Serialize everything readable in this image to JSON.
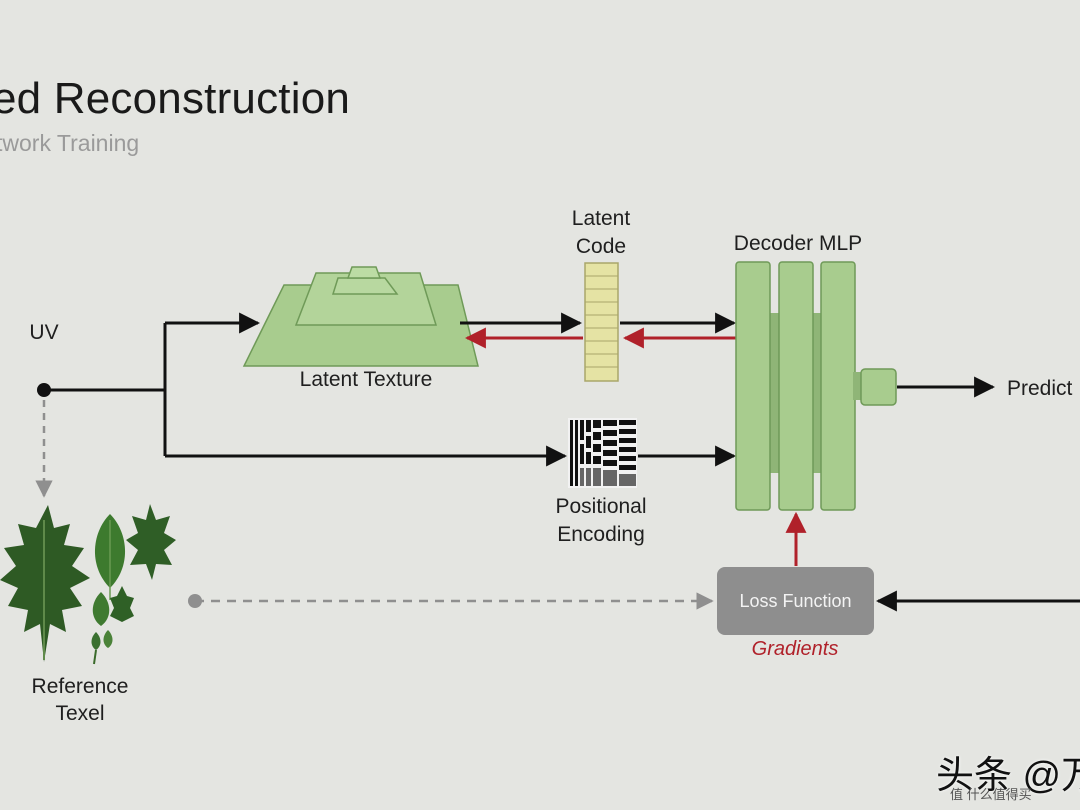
{
  "title": "ed Reconstruction",
  "subtitle": "twork Training",
  "labels": {
    "uv": "UV",
    "latent_texture": "Latent Texture",
    "latent_code_line1": "Latent",
    "latent_code_line2": "Code",
    "decoder_mlp": "Decoder MLP",
    "positional_line1": "Positional",
    "positional_line2": "Encoding",
    "reference_line1": "Reference",
    "reference_line2": "Texel",
    "prediction": "Predict",
    "loss_function": "Loss Function",
    "gradients": "Gradients"
  },
  "watermark": {
    "main": "头条 @万",
    "sub": "值 什么值得买"
  },
  "colors": {
    "background": "#e4e5e1",
    "block_fill": "#a8cc8e",
    "block_stroke": "#6f9a58",
    "latent_code_fill": "#e5e3a4",
    "forward_arrow": "#111111",
    "gradient_arrow": "#b0212a",
    "dashed_arrow": "#8f8f8f",
    "loss_box": "#8e8e8e"
  }
}
